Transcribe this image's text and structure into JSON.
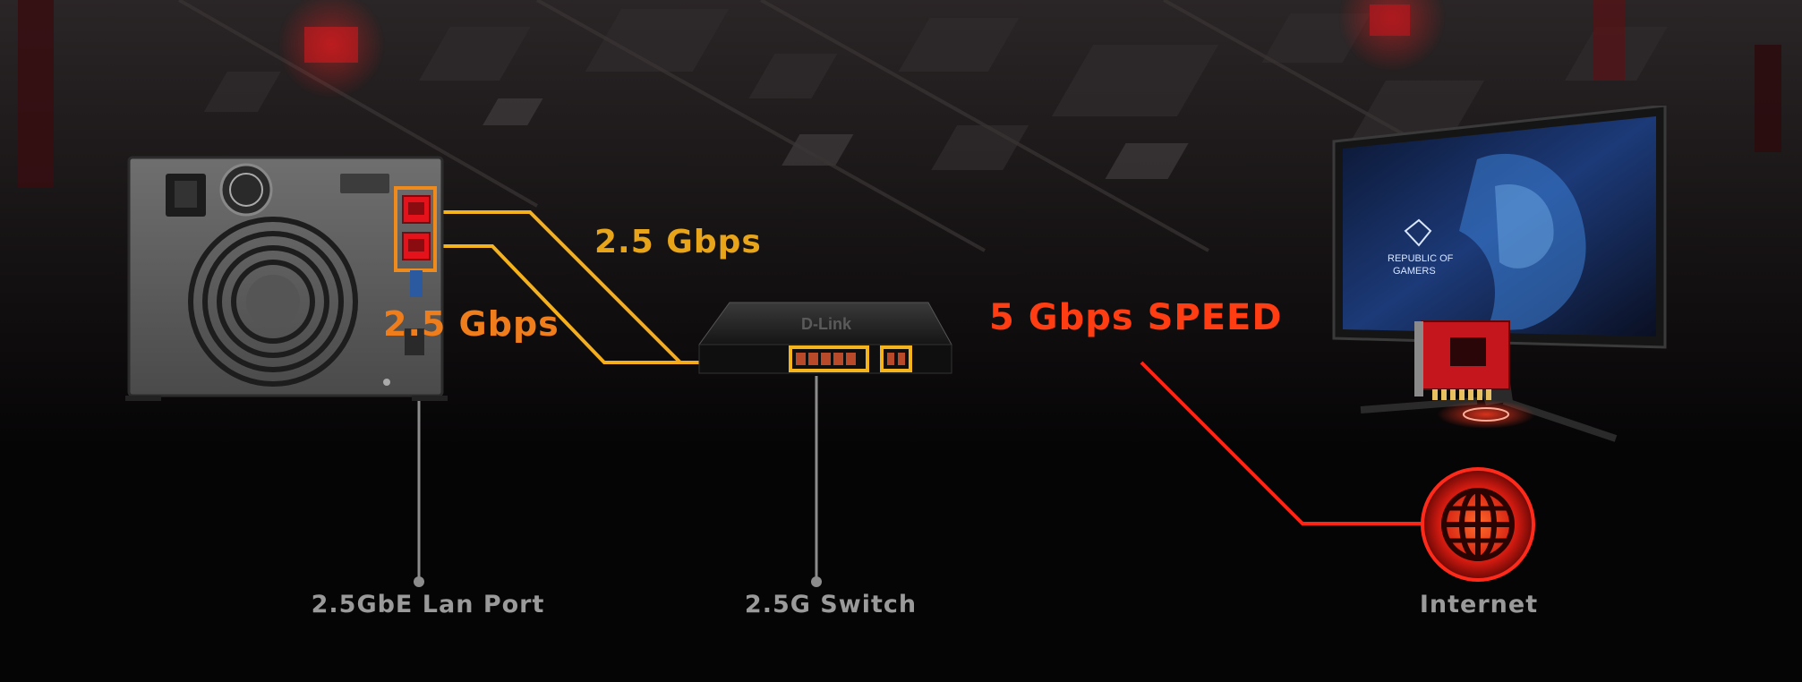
{
  "labels": {
    "nas_to_switch_speed_upper": "2.5 Gbps",
    "nas_to_switch_speed_lower": "2.5 Gbps",
    "switch_to_pc_speed": "5 Gbps SPEED",
    "nas_caption": "2.5GbE Lan Port",
    "switch_caption": "2.5G Switch",
    "internet_caption": "Internet",
    "switch_brand": "D-Link",
    "monitor_brand_line1": "REPUBLIC OF",
    "monitor_brand_line2": "GAMERS"
  },
  "colors": {
    "background": "#060506",
    "link_yellow": "#f2b21e",
    "link_orange": "#f08a1a",
    "link_red": "#ff2a12",
    "caption_gray": "#9a9a9a",
    "port_red": "#e3121b"
  },
  "icons": {
    "nas": "nas-device-icon",
    "switch": "network-switch-icon",
    "monitor": "gaming-monitor-icon",
    "nic": "network-card-icon",
    "internet": "globe-icon"
  }
}
